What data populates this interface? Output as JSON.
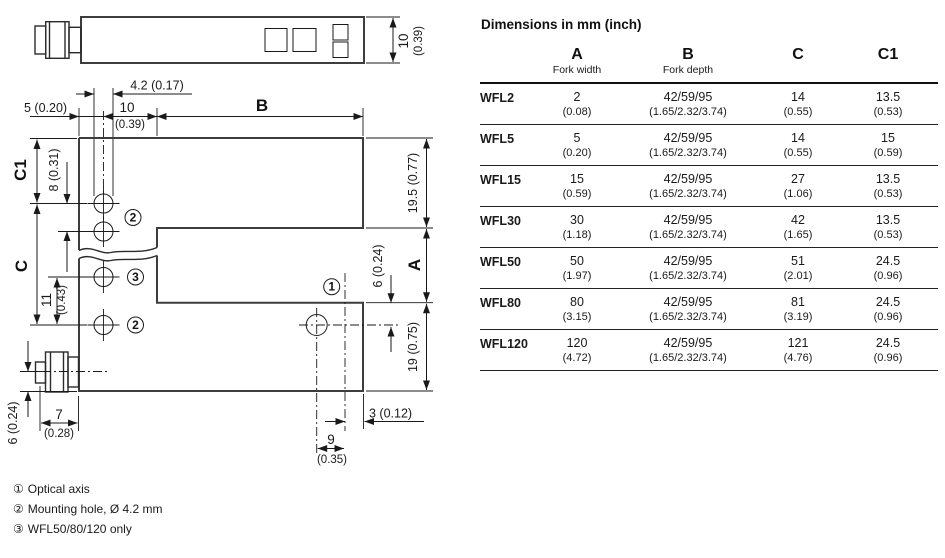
{
  "title": "Dimensions in mm (inch)",
  "table": {
    "header": {
      "a_label": "A",
      "a_sub": "Fork width",
      "b_label": "B",
      "b_sub": "Fork depth",
      "c_label": "C",
      "c1_label": "C1"
    },
    "rows": [
      {
        "model": "WFL2",
        "a_mm": "2",
        "a_in": "(0.08)",
        "b_mm": "42/59/95",
        "b_in": "(1.65/2.32/3.74)",
        "c_mm": "14",
        "c_in": "(0.55)",
        "c1_mm": "13.5",
        "c1_in": "(0.53)"
      },
      {
        "model": "WFL5",
        "a_mm": "5",
        "a_in": "(0.20)",
        "b_mm": "42/59/95",
        "b_in": "(1.65/2.32/3.74)",
        "c_mm": "14",
        "c_in": "(0.55)",
        "c1_mm": "15",
        "c1_in": "(0.59)"
      },
      {
        "model": "WFL15",
        "a_mm": "15",
        "a_in": "(0.59)",
        "b_mm": "42/59/95",
        "b_in": "(1.65/2.32/3.74)",
        "c_mm": "27",
        "c_in": "(1.06)",
        "c1_mm": "13.5",
        "c1_in": "(0.53)"
      },
      {
        "model": "WFL30",
        "a_mm": "30",
        "a_in": "(1.18)",
        "b_mm": "42/59/95",
        "b_in": "(1.65/2.32/3.74)",
        "c_mm": "42",
        "c_in": "(1.65)",
        "c1_mm": "13.5",
        "c1_in": "(0.53)"
      },
      {
        "model": "WFL50",
        "a_mm": "50",
        "a_in": "(1.97)",
        "b_mm": "42/59/95",
        "b_in": "(1.65/2.32/3.74)",
        "c_mm": "51",
        "c_in": "(2.01)",
        "c1_mm": "24.5",
        "c1_in": "(0.96)"
      },
      {
        "model": "WFL80",
        "a_mm": "80",
        "a_in": "(3.15)",
        "b_mm": "42/59/95",
        "b_in": "(1.65/2.32/3.74)",
        "c_mm": "81",
        "c_in": "(3.19)",
        "c1_mm": "24.5",
        "c1_in": "(0.96)"
      },
      {
        "model": "WFL120",
        "a_mm": "120",
        "a_in": "(4.72)",
        "b_mm": "42/59/95",
        "b_in": "(1.65/2.32/3.74)",
        "c_mm": "121",
        "c_in": "(4.76)",
        "c1_mm": "24.5",
        "c1_in": "(0.96)"
      }
    ]
  },
  "drawing": {
    "dims": {
      "side_height_mm": "10",
      "side_height_in": "(0.39)",
      "hole_dia": "4.2 (0.17)",
      "edge_offset": "5 (0.20)",
      "top_10_mm": "10",
      "top_10_in": "(0.39)",
      "fork_depth_label": "B",
      "c1_label": "C1",
      "c_label": "C",
      "a_label": "A",
      "hole_spacing_top": "8 (0.31)",
      "arm_height": "19.5 (0.77)",
      "axis_offset_right": "6 (0.24)",
      "bottom_arm_height": "19 (0.75)",
      "hole_spacing_bottom_mm": "11",
      "hole_spacing_bottom_in": "(0.43)",
      "connector_offset": "6 (0.24)",
      "connector_len_mm": "7",
      "connector_len_in": "(0.28)",
      "axis_edge": "3 (0.12)",
      "axis_spacing_mm": "9",
      "axis_spacing_in": "(0.35)"
    },
    "callouts": {
      "c1": "1",
      "c2": "2",
      "c3": "3"
    },
    "footnotes": [
      {
        "marker": "①",
        "text": "Optical axis"
      },
      {
        "marker": "②",
        "text": "Mounting hole, Ø 4.2 mm"
      },
      {
        "marker": "③",
        "text": "WFL50/80/120 only"
      }
    ]
  }
}
